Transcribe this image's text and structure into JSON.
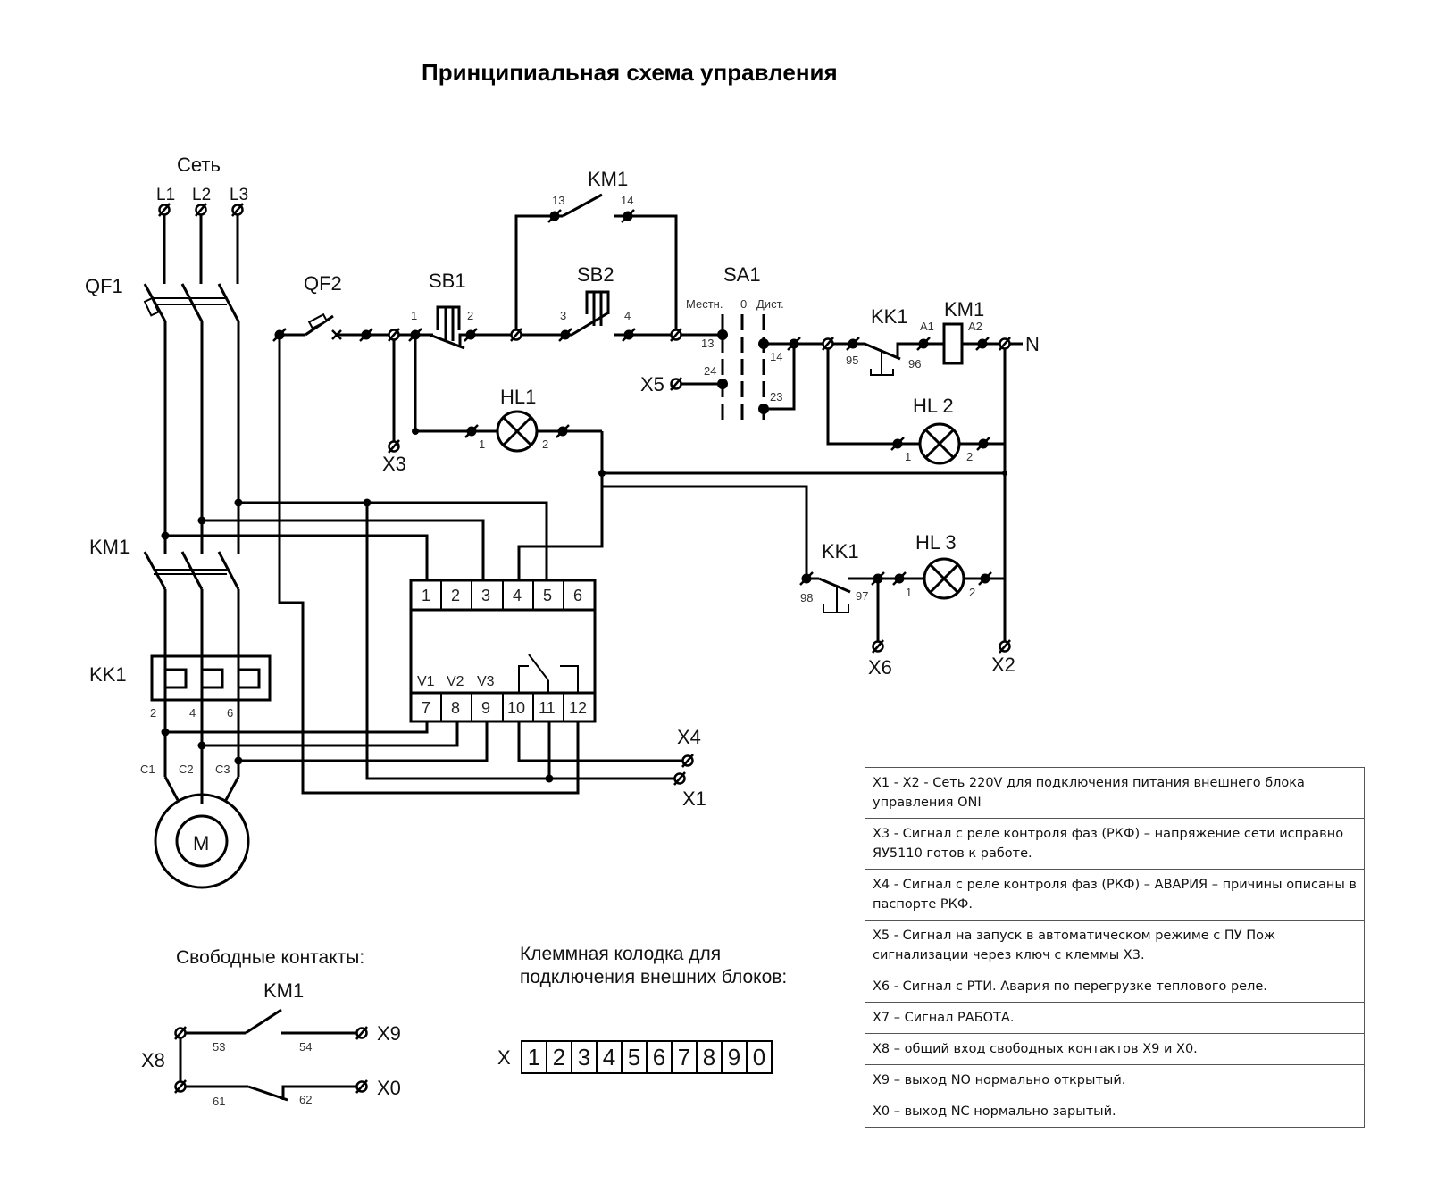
{
  "title": "Принципиальная схема управления",
  "labels": {
    "network": "Сеть",
    "L1": "L1",
    "L2": "L2",
    "L3": "L3",
    "QF1": "QF1",
    "QF2": "QF2",
    "SB1": "SB1",
    "SB2": "SB2",
    "SA1": "SA1",
    "KM1": "KM1",
    "KK1": "KK1",
    "HL1": "HL1",
    "HL2": "HL 2",
    "HL3": "HL 3",
    "N": "N",
    "X1": "X1",
    "X2": "X2",
    "X3": "X3",
    "X4": "X4",
    "X5": "X5",
    "X6": "X6",
    "X8": "X8",
    "X9": "X9",
    "X0": "X0",
    "motor": "M",
    "C1": "C1",
    "C2": "C2",
    "C3": "C3",
    "kk1_pin_2": "2",
    "kk1_pin_4": "4",
    "kk1_pin_6": "6",
    "sa1_local": "Местн.",
    "sa1_zero": "0",
    "sa1_remote": "Дист.",
    "sa1_13": "13",
    "sa1_24": "24",
    "sa1_14": "14",
    "sa1_23": "23",
    "sb1_1": "1",
    "sb1_2": "2",
    "sb2_3": "3",
    "sb2_4": "4",
    "km1_13": "13",
    "km1_14": "14",
    "kk1_95": "95",
    "kk1_96": "96",
    "kk1_98": "98",
    "kk1_97": "97",
    "km1_a1": "A1",
    "km1_a2": "A2",
    "hl_1": "1",
    "hl_2": "2",
    "free_53": "53",
    "free_54": "54",
    "free_61": "61",
    "free_62": "62",
    "v1": "V1",
    "v2": "V2",
    "v3": "V3"
  },
  "relay_pins_top": [
    "1",
    "2",
    "3",
    "4",
    "5",
    "6"
  ],
  "relay_pins_bottom": [
    "7",
    "8",
    "9",
    "10",
    "11",
    "12"
  ],
  "free_contacts_title": "Свободные контакты:",
  "free_contacts_device": "KM1",
  "terminal_block": {
    "title_line1": "Клеммная колодка для",
    "title_line2": "подключения внешних блоков:",
    "prefix": "X",
    "cells": [
      "1",
      "2",
      "3",
      "4",
      "5",
      "6",
      "7",
      "8",
      "9",
      "0"
    ]
  },
  "legend": [
    "X1 - X2 - Сеть 220V для подключения питания внешнего блока управления ONI",
    "X3 - Сигнал с реле контроля фаз (РКФ) – напряжение сети исправно ЯУ5110 готов к работе.",
    "X4 - Сигнал с реле контроля фаз (РКФ) – АВАРИЯ – причины описаны в паспорте РКФ.",
    "X5 - Сигнал на запуск в автоматическом режиме с ПУ Пож сигнализации через ключ с клеммы X3.",
    "X6 - Сигнал с РТИ. Авария по перегрузке теплового реле.",
    "X7 – Сигнал РАБОТА.",
    "X8 – общий вход свободных контактов X9 и X0.",
    "X9 – выход NO нормально открытый.",
    "X0 – выход NC нормально зарытый."
  ]
}
